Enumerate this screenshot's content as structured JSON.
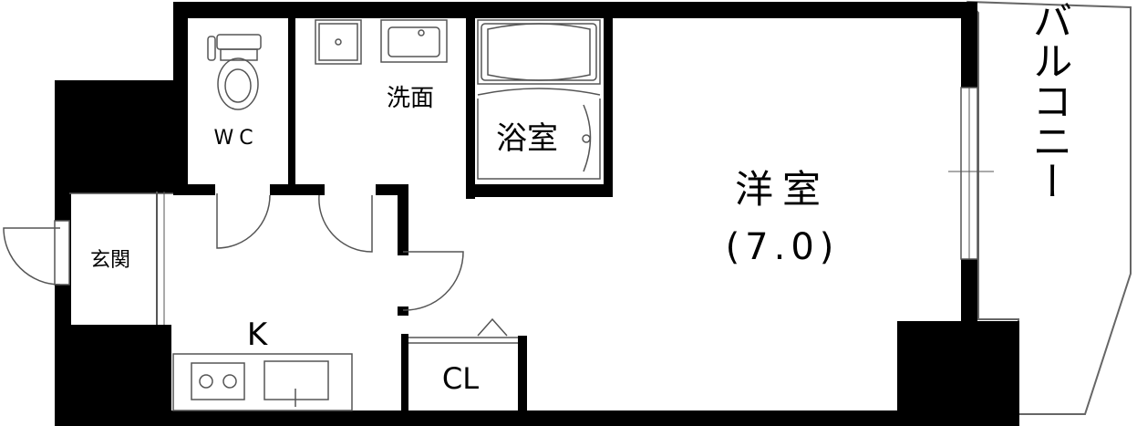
{
  "labels": {
    "wc": "WC",
    "washroom": "洗面",
    "bathroom": "浴室",
    "western_room": "洋室",
    "western_room_size": "(7.0)",
    "entrance": "玄関",
    "kitchen": "K",
    "closet": "CL",
    "balcony": "バルコニー"
  },
  "colors": {
    "wall": "#000000",
    "floor": "#ffffff",
    "fixture_line": "#555555"
  }
}
